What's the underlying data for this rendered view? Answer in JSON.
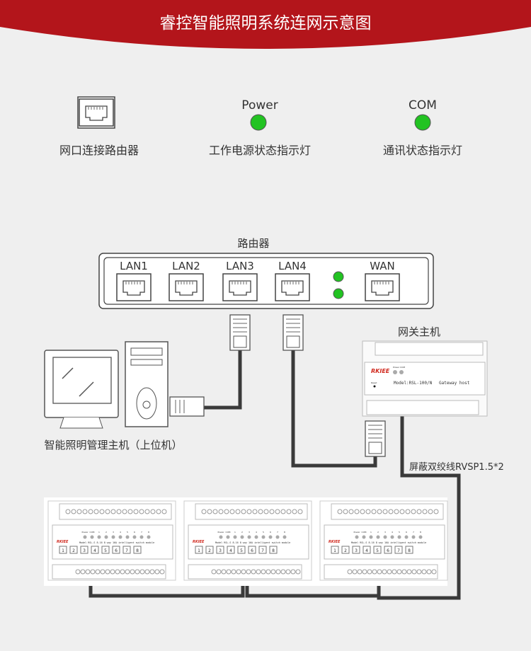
{
  "title": "睿控智能照明系统连网示意图",
  "legend": {
    "router_port": "网口连接路由器",
    "power_label": "Power",
    "power_desc": "工作电源状态指示灯",
    "com_label": "COM",
    "com_desc": "通讯状态指示灯"
  },
  "router": {
    "label": "路由器",
    "ports": [
      "LAN1",
      "LAN2",
      "LAN3",
      "LAN4",
      "WAN"
    ]
  },
  "gateway": {
    "label": "网关主机",
    "brand": "RKIEE",
    "led_labels": "Power COM",
    "reset": "Reset",
    "model": "Model:RSL-100/N",
    "type": "Gateway host"
  },
  "computer": {
    "label": "智能照明管理主机（上位机）"
  },
  "cable": {
    "label": "屏蔽双绞线RVSP1.5*2"
  },
  "module": {
    "brand": "RKIEE",
    "led_labels": [
      "Power",
      "COM",
      "1",
      "2",
      "3",
      "4",
      "5",
      "6",
      "7",
      "8"
    ],
    "model": "Model RSL-S 8.16  8 way 16A intelligent switch module",
    "buttons": [
      "1",
      "2",
      "3",
      "4",
      "5",
      "6",
      "7",
      "8"
    ]
  },
  "colors": {
    "header": "#b3151b",
    "led": "#22c322",
    "cable": "#3a3a3a"
  }
}
